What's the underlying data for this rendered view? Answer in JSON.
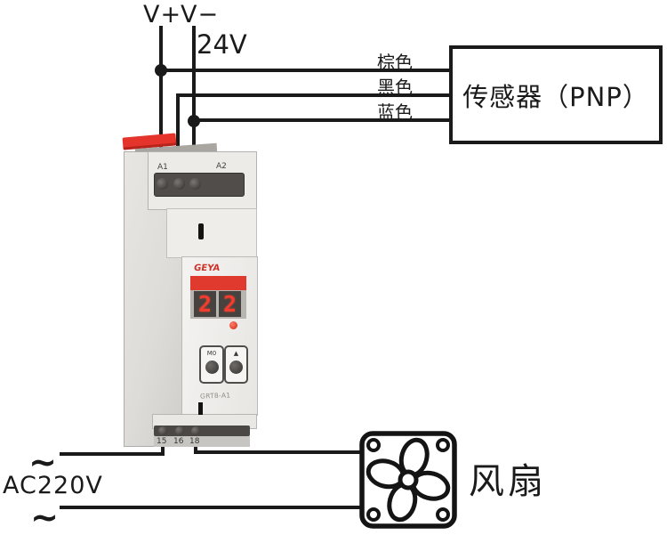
{
  "power_dc": {
    "v_plus_label": "V+",
    "v_minus_label": "V−",
    "voltage_label": "24V"
  },
  "sensor": {
    "box_label": "传感器（PNP）",
    "wire_labels": {
      "brown": "棕色",
      "black": "黑色",
      "blue": "蓝色"
    }
  },
  "relay_device": {
    "brand": "GEYA",
    "model": "GRT8-A1",
    "top_terminal_left": "A1",
    "top_terminal_right": "A2",
    "display_digit_left": "2",
    "display_digit_right": "2",
    "button_left": "M0",
    "button_right": "▲",
    "bottom_terminals": [
      "15",
      "16",
      "18"
    ]
  },
  "power_ac": {
    "label": "AC220V",
    "tilde_top": "~",
    "tilde_bottom": "~"
  },
  "load": {
    "fan_label": "风扇"
  },
  "colors": {
    "wire": "#1a1a1a",
    "clip_red": "#e5342b",
    "display_band_red": "#e0392e",
    "display_digit_red": "#f23d2e",
    "device_body": "#edecea",
    "terminal_block": "#504d4a"
  }
}
